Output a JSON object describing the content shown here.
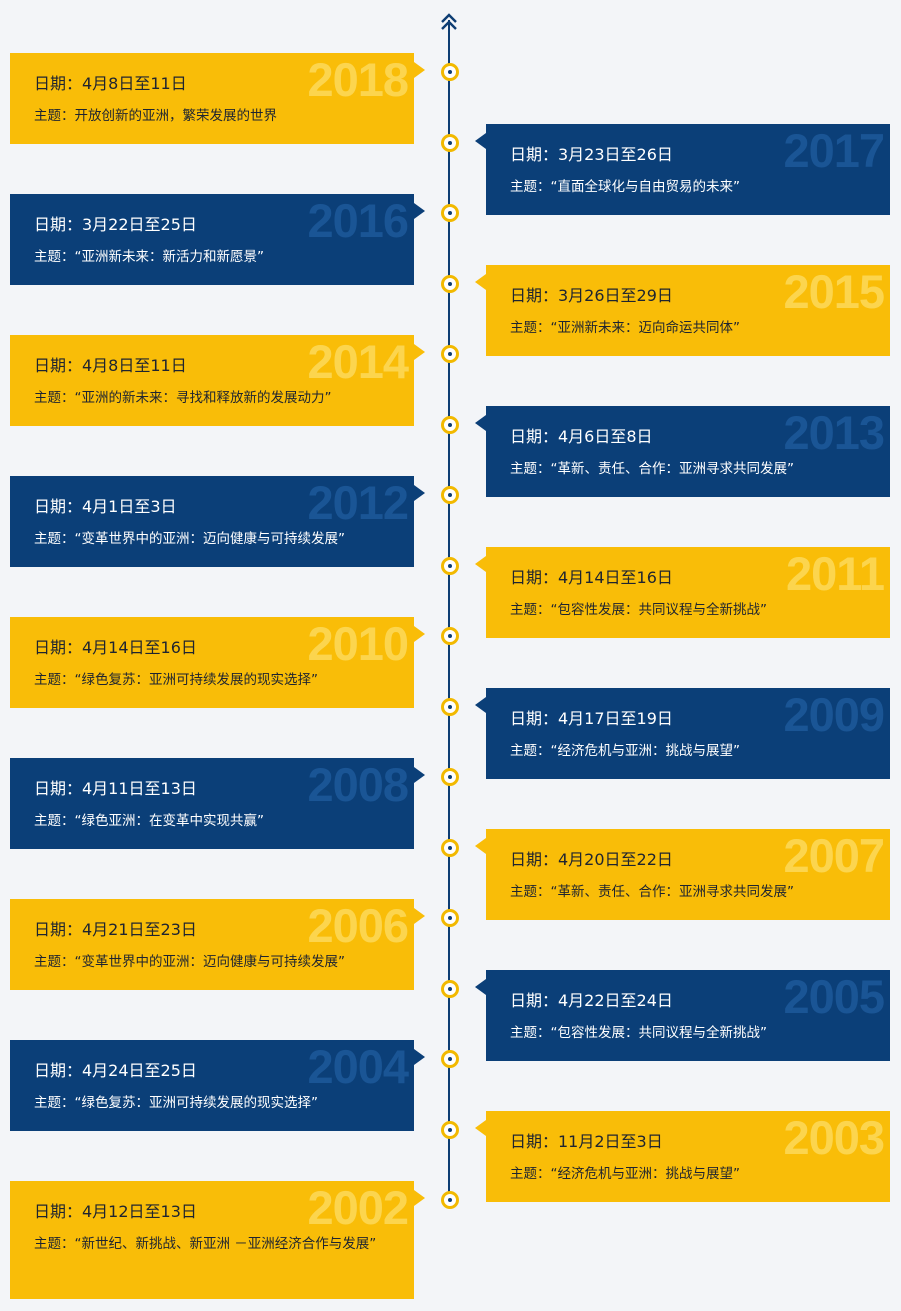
{
  "colors": {
    "yellow": "#f9bd08",
    "blue": "#0b3f78",
    "axis": "#0d3d73",
    "dot_ring": "#f2b900"
  },
  "axis": {
    "arrow_icon": "double-chevron-up-icon"
  },
  "events": [
    {
      "year": "2018",
      "date": "日期：4月8日至11日",
      "theme": "主题：开放创新的亚洲，繁荣发展的世界",
      "side": "left",
      "color": "yellow"
    },
    {
      "year": "2017",
      "date": "日期：3月23日至26日",
      "theme": "主题：“直面全球化与自由贸易的未来”",
      "side": "right",
      "color": "blue"
    },
    {
      "year": "2016",
      "date": "日期：3月22日至25日",
      "theme": "主题：“亚洲新未来：新活力和新愿景”",
      "side": "left",
      "color": "blue"
    },
    {
      "year": "2015",
      "date": "日期：3月26日至29日",
      "theme": "主题：“亚洲新未来：迈向命运共同体”",
      "side": "right",
      "color": "yellow"
    },
    {
      "year": "2014",
      "date": "日期：4月8日至11日",
      "theme": "主题：“亚洲的新未来：寻找和释放新的发展动力”",
      "side": "left",
      "color": "yellow"
    },
    {
      "year": "2013",
      "date": "日期：4月6日至8日",
      "theme": "主题：“革新、责任、合作：亚洲寻求共同发展”",
      "side": "right",
      "color": "blue"
    },
    {
      "year": "2012",
      "date": "日期：4月1日至3日",
      "theme": "主题：“变革世界中的亚洲：迈向健康与可持续发展”",
      "side": "left",
      "color": "blue"
    },
    {
      "year": "2011",
      "date": "日期：4月14日至16日",
      "theme": "主题：“包容性发展：共同议程与全新挑战”",
      "side": "right",
      "color": "yellow"
    },
    {
      "year": "2010",
      "date": "日期：4月14日至16日",
      "theme": "主题：“绿色复苏：亚洲可持续发展的现实选择”",
      "side": "left",
      "color": "yellow"
    },
    {
      "year": "2009",
      "date": "日期：4月17日至19日",
      "theme": "主题：“经济危机与亚洲：挑战与展望”",
      "side": "right",
      "color": "blue"
    },
    {
      "year": "2008",
      "date": "日期：4月11日至13日",
      "theme": "主题：“绿色亚洲：在变革中实现共赢”",
      "side": "left",
      "color": "blue"
    },
    {
      "year": "2007",
      "date": "日期：4月20日至22日",
      "theme": "主题：“革新、责任、合作：亚洲寻求共同发展”",
      "side": "right",
      "color": "yellow"
    },
    {
      "year": "2006",
      "date": "日期：4月21日至23日",
      "theme": "主题：“变革世界中的亚洲：迈向健康与可持续发展”",
      "side": "left",
      "color": "yellow"
    },
    {
      "year": "2005",
      "date": "日期：4月22日至24日",
      "theme": "主题：“包容性发展：共同议程与全新挑战”",
      "side": "right",
      "color": "blue"
    },
    {
      "year": "2004",
      "date": "日期：4月24日至25日",
      "theme": "主题：“绿色复苏：亚洲可持续发展的现实选择”",
      "side": "left",
      "color": "blue"
    },
    {
      "year": "2003",
      "date": "日期：11月2日至3日",
      "theme": "主题：“经济危机与亚洲：挑战与展望”",
      "side": "right",
      "color": "yellow"
    },
    {
      "year": "2002",
      "date": "日期：4月12日至13日",
      "theme": "主题：“新世纪、新挑战、新亚洲 －亚洲经济合作与发展”",
      "side": "left",
      "color": "yellow"
    }
  ]
}
